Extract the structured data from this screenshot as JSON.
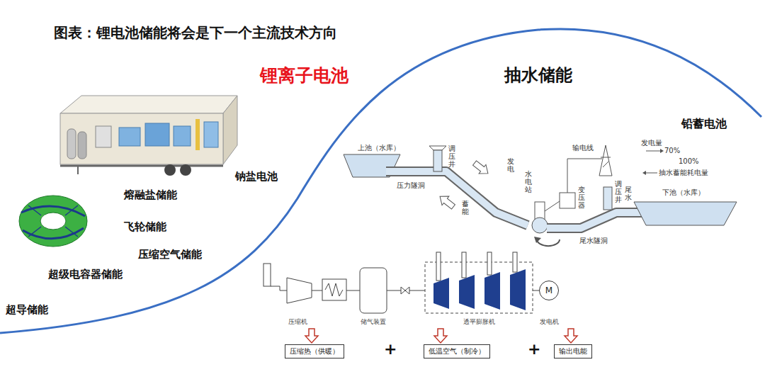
{
  "diagram": {
    "title": "图表：锂电池储能将会是下一个主流技术方向",
    "nodes": [
      {
        "text": [
          "M"
        ]
      },
      {
        "text": [
          "压缩热（供暖）"
        ]
      },
      {
        "text": [
          "低温空气（制冷）"
        ]
      },
      {
        "text": [
          "输出电能"
        ]
      }
    ],
    "labels": [
      "锂离子电池",
      "抽水储能",
      "铅蓄电池",
      "钠盐电池",
      "熔融盐储能",
      "飞轮储能",
      "压缩空气储能",
      "超级电容器储能",
      "超导储能",
      "上池（水库）",
      "调压井",
      "发电",
      "输电线",
      "发电量",
      "70%",
      "100%",
      "抽水蓄能耗电量",
      "水电站",
      "压力隧洞",
      "蓄能",
      "变压器",
      "调压井",
      "尾水",
      "下池（水库）",
      "尾水隧洞",
      "压缩机",
      "储气装置",
      "透平膨胀机",
      "发电机",
      "+",
      "+"
    ]
  }
}
